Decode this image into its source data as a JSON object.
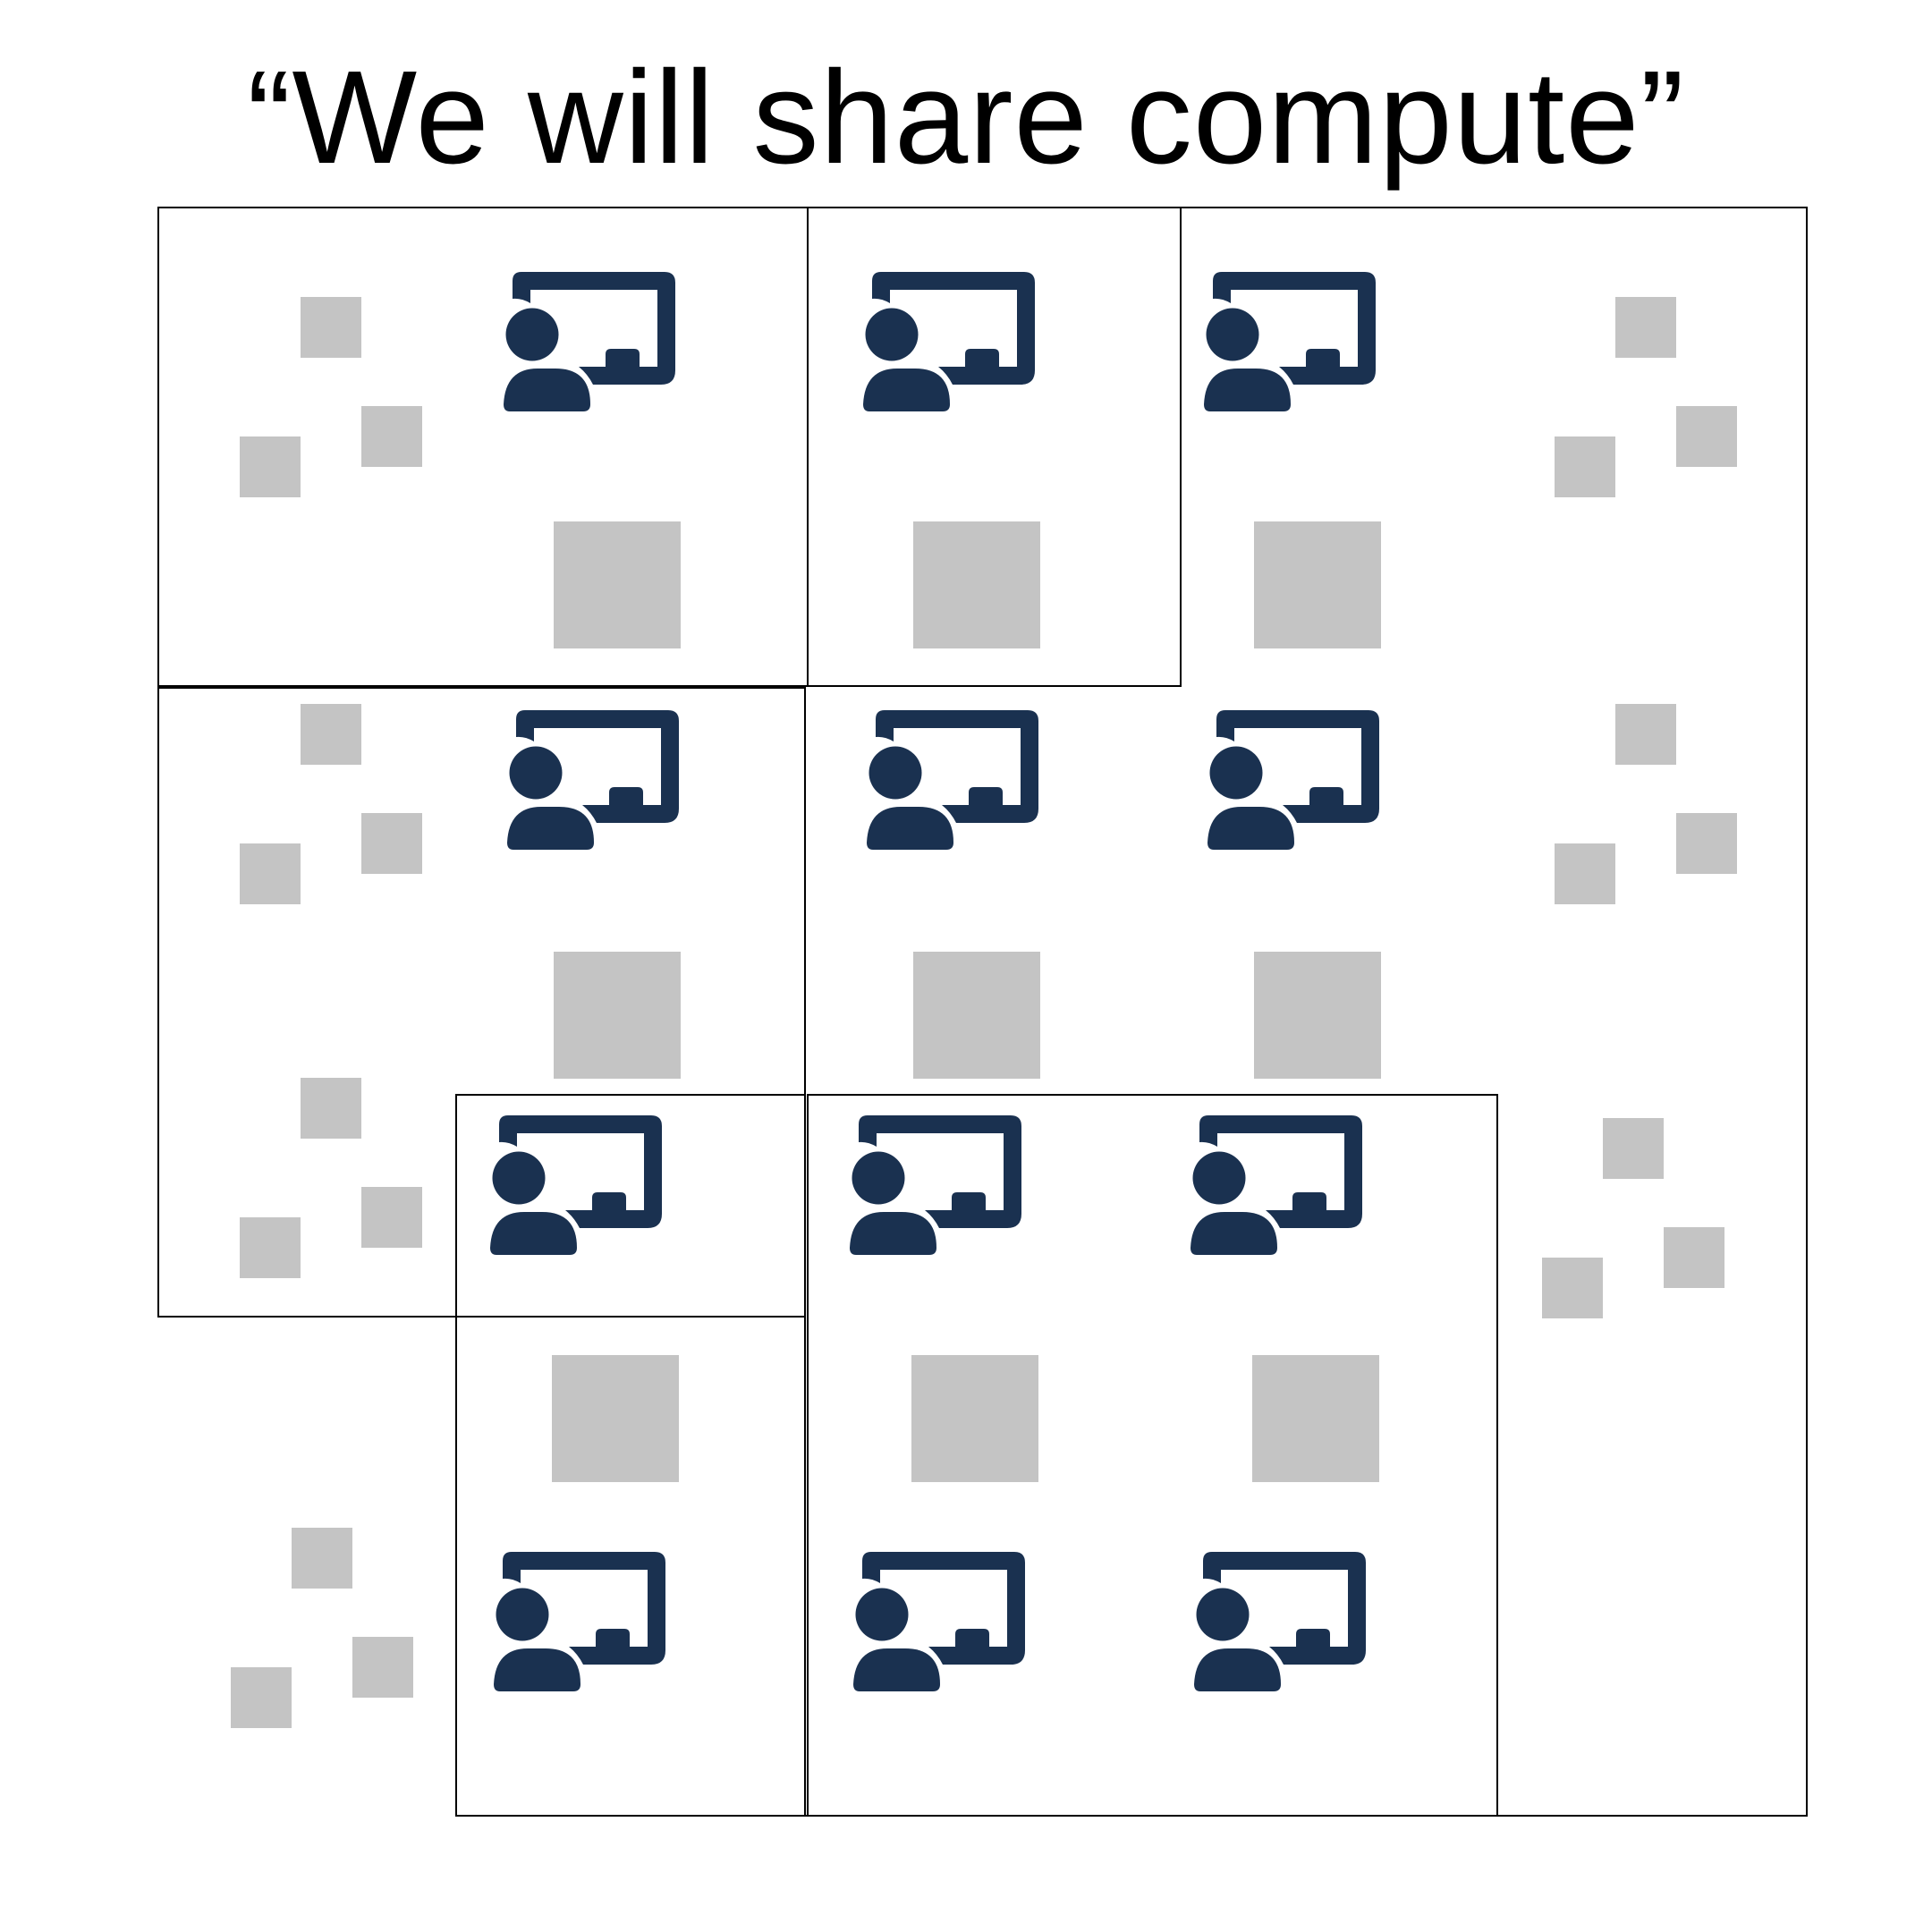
{
  "title": "“We will share compute”",
  "colors": {
    "icon": "#1a3150",
    "block": "#c4c4c4",
    "border": "#000000",
    "background": "#ffffff"
  },
  "icon_name": "presenter-at-screen-icon",
  "presenters": [
    {
      "row": 1,
      "col": 1
    },
    {
      "row": 1,
      "col": 2
    },
    {
      "row": 1,
      "col": 3
    },
    {
      "row": 2,
      "col": 1
    },
    {
      "row": 2,
      "col": 2
    },
    {
      "row": 2,
      "col": 3
    },
    {
      "row": 3,
      "col": 1
    },
    {
      "row": 3,
      "col": 2
    },
    {
      "row": 3,
      "col": 3
    },
    {
      "row": 4,
      "col": 1
    },
    {
      "row": 4,
      "col": 2
    },
    {
      "row": 4,
      "col": 3
    }
  ]
}
